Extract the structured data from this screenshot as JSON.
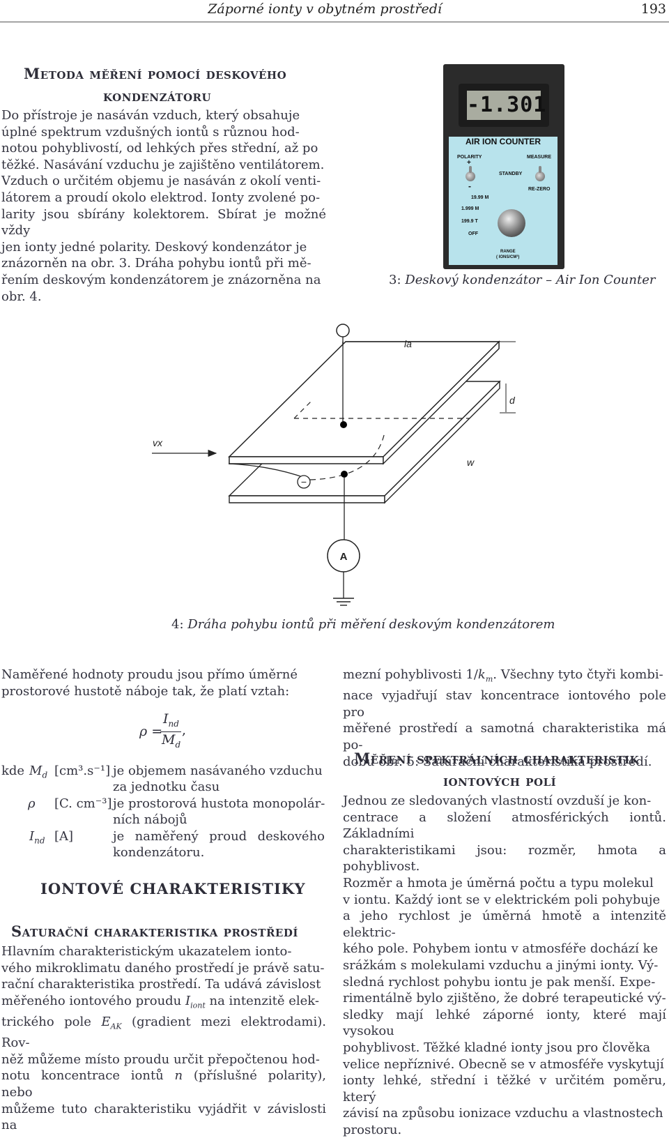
{
  "header": {
    "running_title": "Záporné ionty v obytném prostředí",
    "page_number": "193"
  },
  "section_plate": {
    "heading_line1": "Metoda měření pomocí deskového",
    "heading_line2": "kondenzátoru",
    "lines": [
      "Do přístroje je nasáván vzduch, který obsahuje",
      "úplné spektrum vzdušných iontů s různou hod-",
      "notou pohyblivostí, od lehkých přes střední, až po",
      "těžké. Nasávání vzduchu je zajištěno ventilátorem.",
      "Vzduch o určitém objemu je nasáván z okolí venti-",
      "látorem a proudí okolo elektrod. Ionty zvolené po-",
      "larity jsou sbírány kolektorem. Sbírat je možné vždy",
      "jen ionty jedné polarity. Deskový kondenzátor je",
      "znázorněn na obr. 3. Dráha pohybu iontů při mě-",
      "řením deskovým kondenzátorem je znázorněna na",
      "obr. 4."
    ]
  },
  "figure3": {
    "caption_num": "3:",
    "caption_text": "Deskový kondenzátor – Air Ion Counter",
    "lcd_value": "-1.301",
    "device_title": "AIR ION COUNTER",
    "label_polarity": "POLARITY",
    "label_plus": "+",
    "label_minus": "-",
    "label_measure": "MEASURE",
    "label_standby": "STANDBY",
    "label_rezero": "RE-ZERO",
    "range_opt1": "19.99 M",
    "range_opt2": "1.999 M",
    "range_opt3": "199.9 T",
    "range_opt4": "OFF",
    "range_label1": "RANGE",
    "range_label2": "( IONS/CM³)"
  },
  "figure4": {
    "caption_num": "4:",
    "caption_text": "Dráha pohybu iontů při měření deskovým kondenzátorem",
    "label_la": "la",
    "label_d": "d",
    "label_vx": "vx",
    "label_w": "w",
    "ammeter": "A",
    "ion_symbol": "−"
  },
  "measured": {
    "line1": "Naměřené hodnoty proudu jsou přímo úměrné",
    "line2": "prostorové hustotě náboje tak, že platí vztah:",
    "formula_lhs": "ρ =",
    "formula_num": "I",
    "formula_num_sub": "nd",
    "formula_den": "M",
    "formula_den_sub": "d",
    "formula_comma": ",",
    "where": "kde",
    "defs": [
      {
        "sym": "M",
        "sub": "d",
        "unit": "[cm³.s⁻¹]",
        "text1": "je objemem nasávaného vzduchu",
        "text2": "za jednotku času"
      },
      {
        "sym": "ρ",
        "sub": "",
        "unit": "[C. cm⁻³]",
        "text1": "je prostorová hustota monopolár-",
        "text2": "ních nábojů"
      },
      {
        "sym": "I",
        "sub": "nd",
        "unit": "[A]",
        "text1": "je naměřený proud deskového",
        "text2": "kondenzátoru."
      }
    ]
  },
  "ion_char": {
    "heading": "Iontové charakteristiky"
  },
  "saturation": {
    "heading": "Saturační charakteristika prostředí",
    "lines": [
      "Hlavním charakteristickým ukazatelem ionto-",
      "vého mikroklimatu daného prostředí je právě satu-",
      "rační charakteristika prostředí. Ta udává závislost",
      "měřeného iontového proudu I_iont na intenzitě elek-",
      "trického pole E_AK (gradient mezi elektrodami). Rov-",
      "něž můžeme místo proudu určit přepočtenou hod-",
      "notu koncentrace iontů n (příslušné polarity), nebo",
      "můžeme tuto charakteristiku vyjádřit v závislosti na"
    ],
    "line4_a": "měřeného iontového proudu ",
    "line4_sym": "I",
    "line4_sub": "iont",
    "line4_b": " na intenzitě elek-",
    "line5_a": "trického pole ",
    "line5_sym": "E",
    "line5_sub": "AK",
    "line5_b": " (gradient mezi elektrodami). Rov-",
    "line7_a": "notu koncentrace iontů ",
    "line7_sym": "n",
    "line7_b": " (příslušné polarity), nebo"
  },
  "right_col": {
    "cont_line1_a": "mezní pohyblivosti 1/",
    "cont_line1_sym": "k",
    "cont_line1_sub": "m",
    "cont_line1_b": ". Všechny tyto čtyři kombi-",
    "cont_lines": [
      "nace vyjadřují stav koncentrace iontového pole pro",
      "měřené prostředí a samotná charakteristika má po-",
      "dobu obr. 5: Saturační charakteristika prostředí."
    ],
    "heading_line1": "Měření spektrálních charakteristik",
    "heading_line2": "iontových polí",
    "lines": [
      "Jednou ze sledovaných vlastností ovzduší je kon-",
      "centrace a složení atmosférických iontů. Základními",
      "charakteristikami jsou: rozměr, hmota a pohyblivost.",
      "Rozměr a hmota je úměrná počtu a typu molekul",
      "v iontu. Každý iont se v elektrickém poli pohybuje",
      "a jeho rychlost je úměrná hmotě a intenzitě elektric-",
      "kého pole. Pohybem iontu v atmosféře dochází ke",
      "srážkám s molekulami vzduchu a jinými ionty. Vý-",
      "sledná rychlost pohybu iontu je pak menší. Expe-",
      "rimentálně bylo zjištěno, že dobré terapeutické vý-",
      "sledky mají lehké záporné ionty, které mají vysokou",
      "pohyblivost. Těžké kladné ionty jsou pro člověka",
      "velice nepříznivé. Obecně se v atmosféře vyskytují",
      "ionty lehké, střední i těžké v určitém poměru, který",
      "závisí na způsobu ionizace vzduchu a vlastnostech",
      "prostoru."
    ]
  }
}
